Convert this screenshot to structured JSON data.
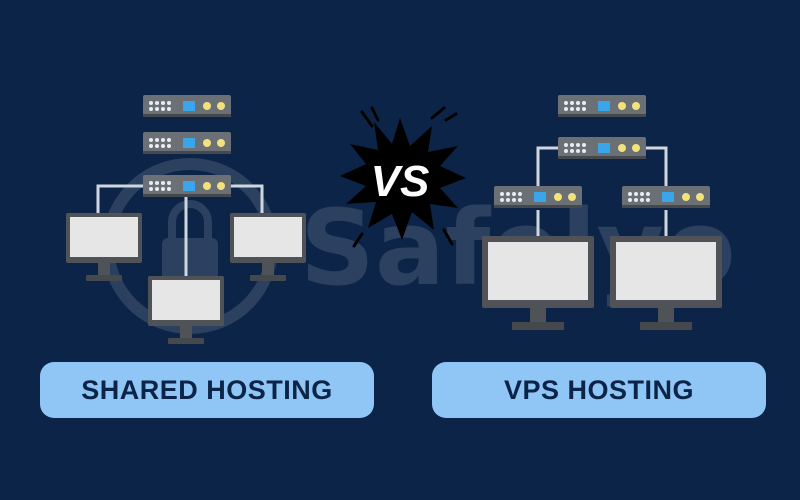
{
  "colors": {
    "background": "#0c2448",
    "pill_bg": "#8fc6f5",
    "pill_text": "#0c2448",
    "server_body": "#6b7076",
    "server_dark": "#45494e",
    "screen": "#e6e6e6",
    "monitor_frame": "#4f5257",
    "cable": "#cfd6de",
    "led_white": "#e9ecef",
    "led_blue": "#3aa6ea",
    "led_yellow": "#f3e27b",
    "burst": "#000000",
    "vs_text": "#ffffff"
  },
  "watermark": {
    "text": "Safelyo"
  },
  "badge": {
    "text": "VS"
  },
  "labels": {
    "left": "SHARED HOSTING",
    "right": "VPS HOSTING"
  },
  "icons": {
    "server": "server-rack-icon",
    "monitor": "monitor-icon",
    "burst": "comic-burst-icon",
    "lock": "lock-icon"
  }
}
